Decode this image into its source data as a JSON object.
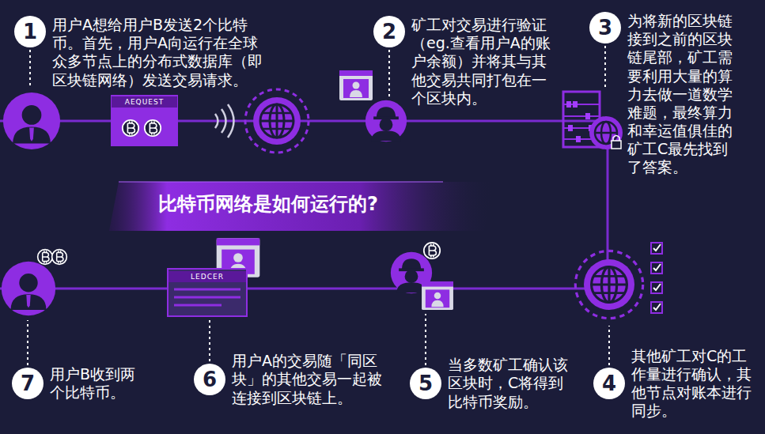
{
  "diagram": {
    "title": "比特币网络是如何运行的?",
    "nodes": [
      {
        "text": [
          "1",
          "用户A想给用户B发送2个比特币。首先，用户A向运行在全球众多节点上的分布式数据库（即区块链网络）发送交易请求。"
        ]
      },
      {
        "text": [
          "AEQUEST"
        ]
      },
      {
        "text": [
          "2",
          "矿工对交易进行验证（eg.查看用户A的账户余额）并将其与其他交易共同打包在一个区块内。"
        ]
      },
      {
        "text": [
          "3",
          "为将新的区块链接到之前的区块链尾部，矿工需要利用大量的算力去做一道数学难题，最终算力和幸运值俱佳的矿工C最先找到了答案。"
        ]
      },
      {
        "text": [
          "4",
          "其他矿工对C的工作量进行确认，其他节点对账本进行同步。"
        ]
      },
      {
        "text": [
          "5",
          "当多数矿工确认该区块时，C将得到比特币奖励。"
        ]
      },
      {
        "text": [
          "6",
          "用户A的交易随「同区块」的其他交易一起被连接到区块链上。"
        ]
      },
      {
        "text": [
          "LEDCER"
        ]
      },
      {
        "text": [
          "7",
          "用户B收到两个比特币。"
        ]
      }
    ]
  }
}
